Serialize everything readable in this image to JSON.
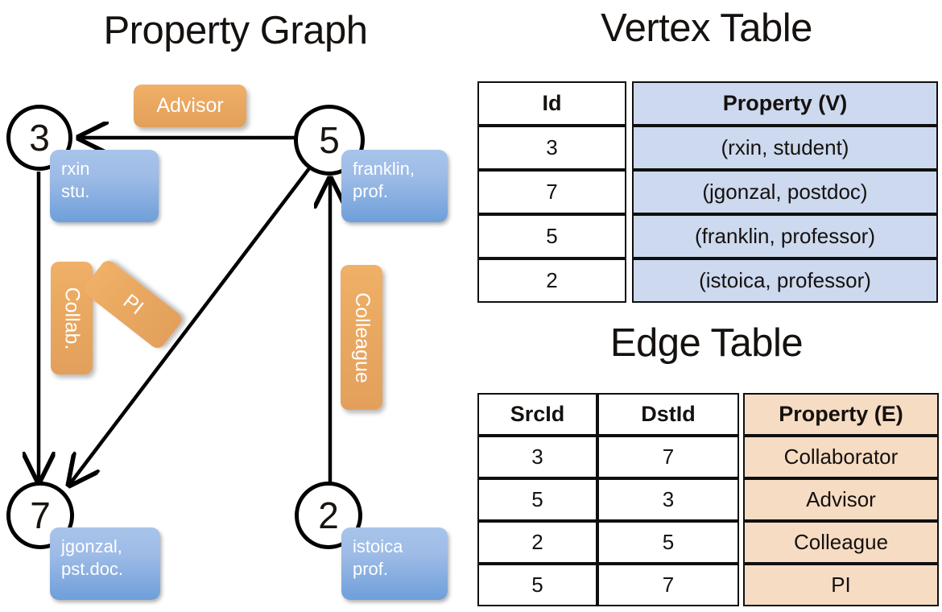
{
  "titles": {
    "property_graph": "Property Graph",
    "vertex_table": "Vertex Table",
    "edge_table": "Edge Table"
  },
  "colors": {
    "vertex_property_fill": "#ccd9ee",
    "edge_property_fill": "#f6dcc3",
    "node_box_blue": "#9dbbe6",
    "edge_label_orange": "#eaa961",
    "stroke": "#000000",
    "background": "#ffffff"
  },
  "graph": {
    "nodes": [
      {
        "id": "3",
        "property_line1": "rxin",
        "property_line2": "stu."
      },
      {
        "id": "5",
        "property_line1": "franklin,",
        "property_line2": "prof."
      },
      {
        "id": "7",
        "property_line1": "jgonzal,",
        "property_line2": "pst.doc."
      },
      {
        "id": "2",
        "property_line1": "istoica",
        "property_line2": "prof."
      }
    ],
    "edge_labels": [
      {
        "label": "Advisor",
        "from": "5",
        "to": "3"
      },
      {
        "label": "Collab.",
        "from": "3",
        "to": "7"
      },
      {
        "label": "PI",
        "from": "5",
        "to": "7"
      },
      {
        "label": "Colleague",
        "from": "2",
        "to": "5"
      }
    ]
  },
  "vertex_table": {
    "columns": [
      "Id",
      "Property (V)"
    ],
    "rows": [
      {
        "id": "3",
        "property": "(rxin, student)"
      },
      {
        "id": "7",
        "property": "(jgonzal, postdoc)"
      },
      {
        "id": "5",
        "property": "(franklin, professor)"
      },
      {
        "id": "2",
        "property": "(istoica, professor)"
      }
    ]
  },
  "edge_table": {
    "columns": [
      "SrcId",
      "DstId",
      "Property (E)"
    ],
    "rows": [
      {
        "src": "3",
        "dst": "7",
        "property": "Collaborator"
      },
      {
        "src": "5",
        "dst": "3",
        "property": "Advisor"
      },
      {
        "src": "2",
        "dst": "5",
        "property": "Colleague"
      },
      {
        "src": "5",
        "dst": "7",
        "property": "PI"
      }
    ]
  }
}
